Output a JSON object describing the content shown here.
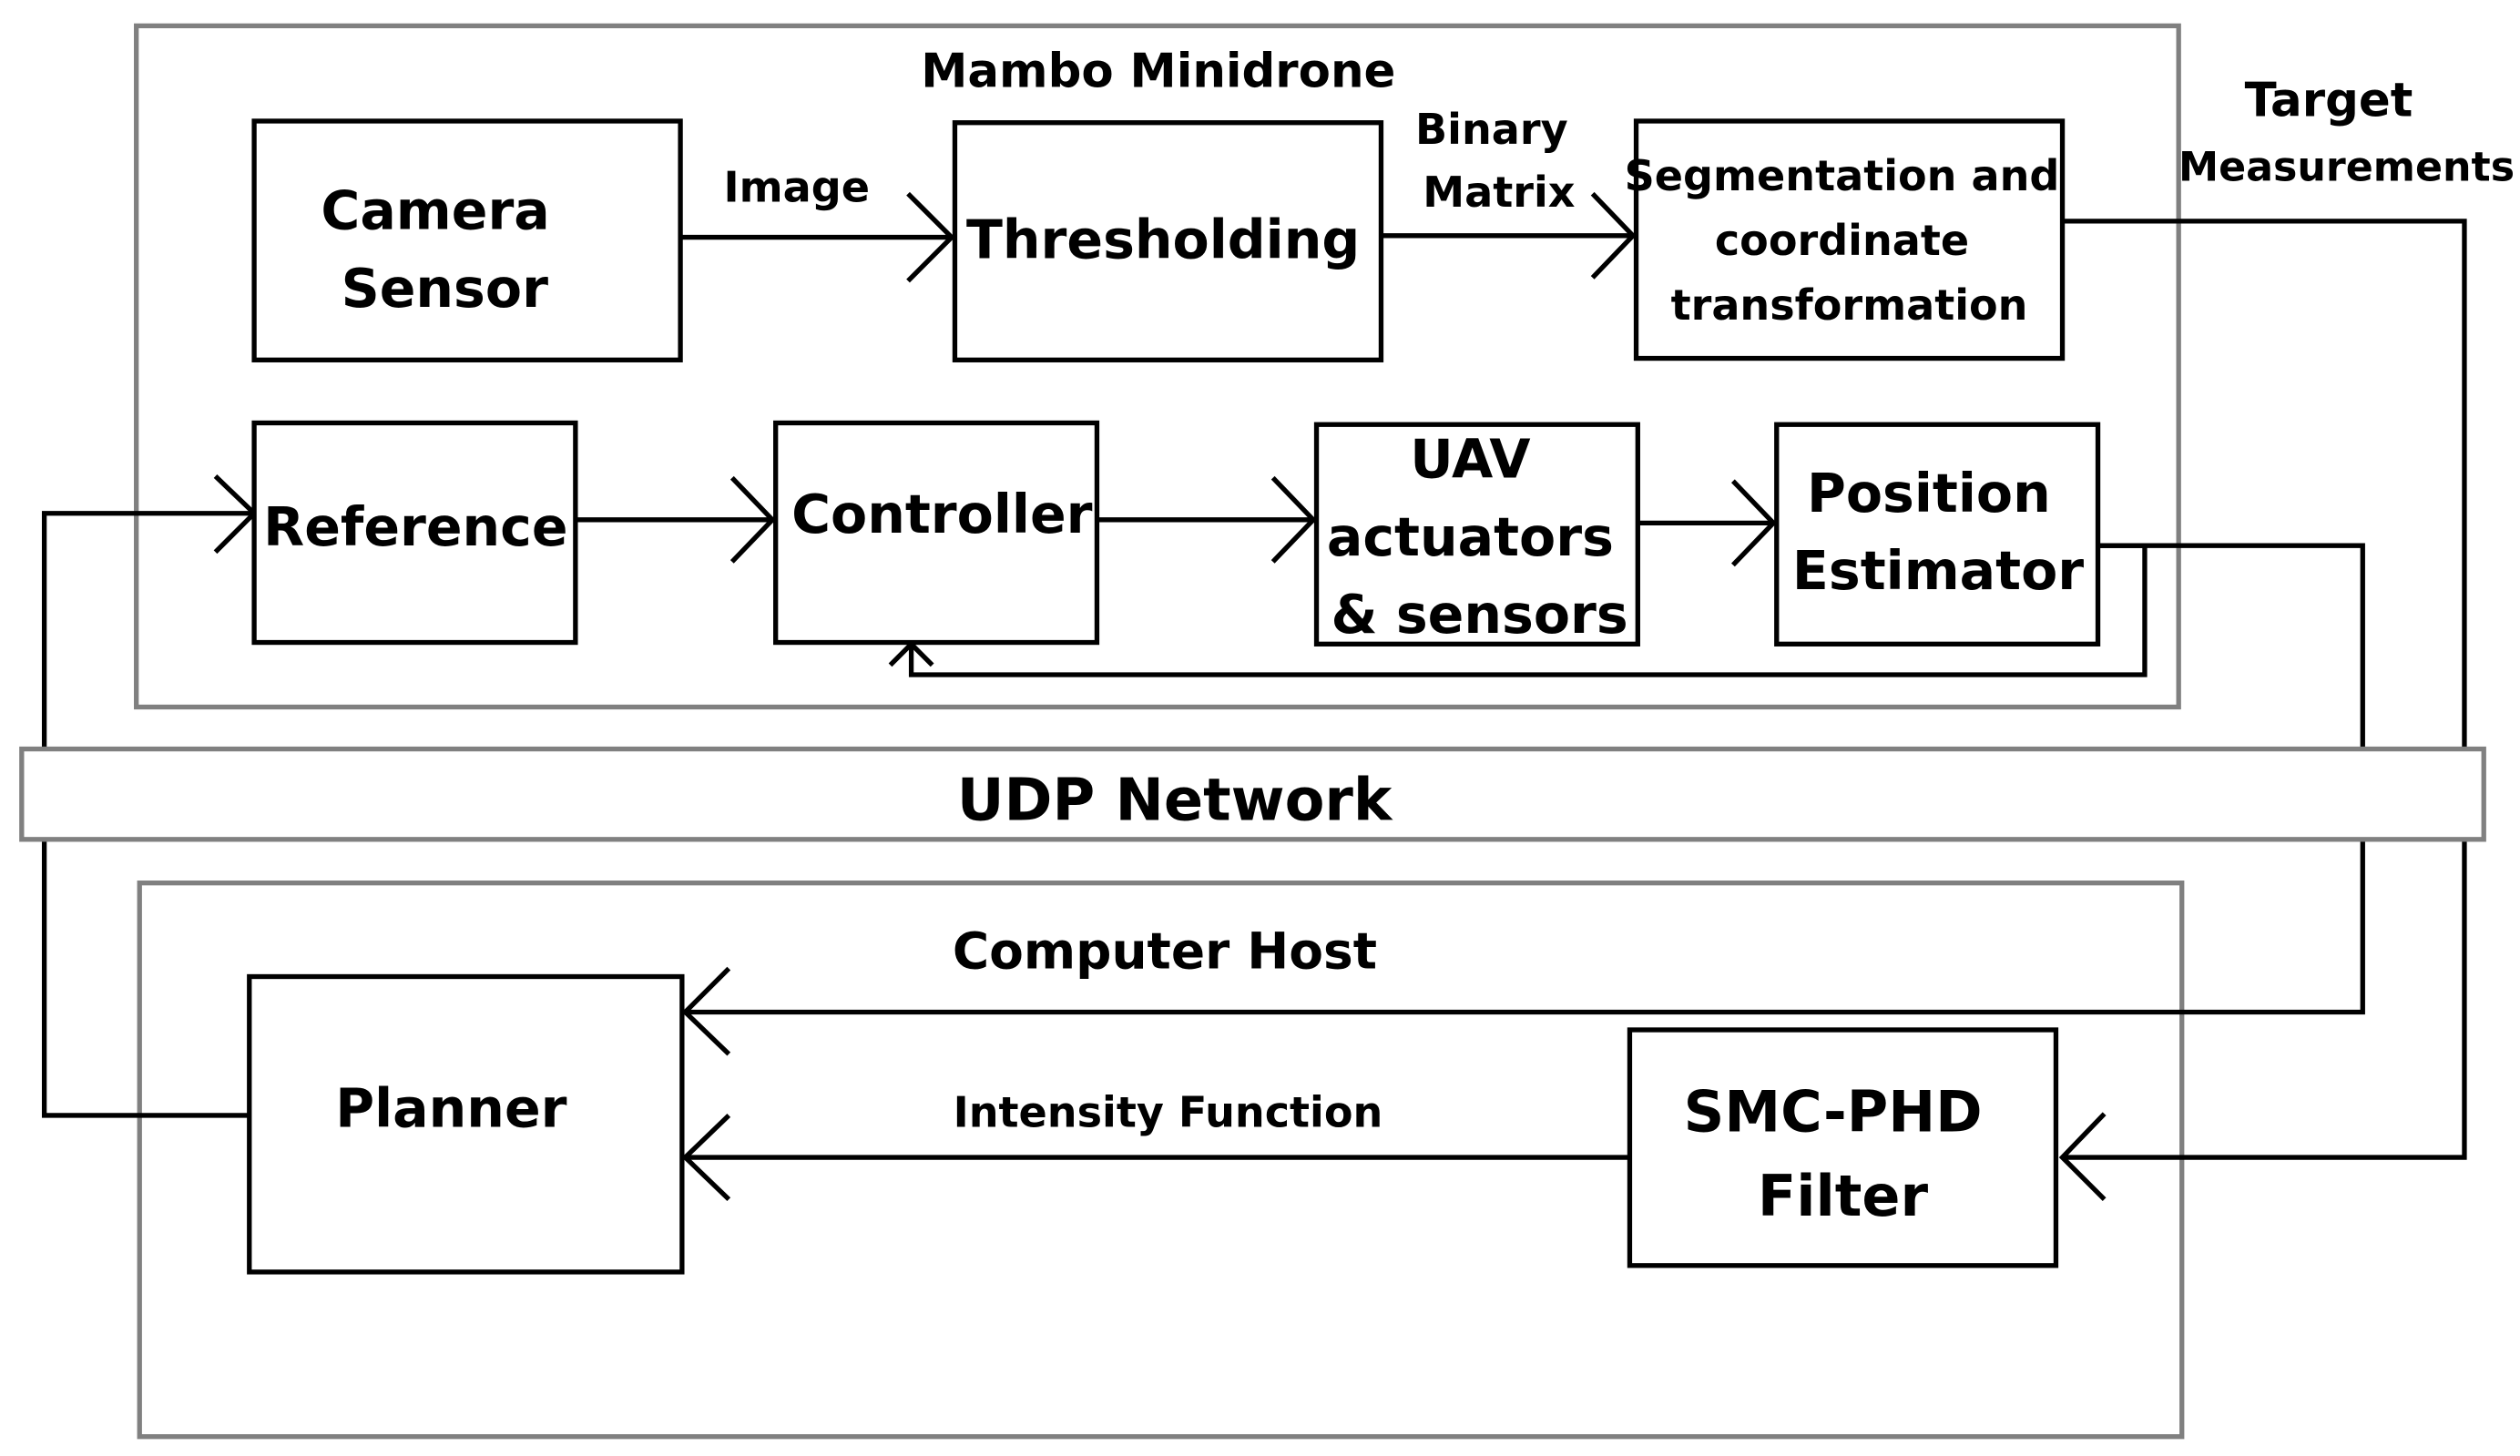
{
  "containers": {
    "drone": "Mambo Minidrone",
    "network": "UDP Network",
    "host": "Computer Host"
  },
  "blocks": {
    "camera": [
      "Camera",
      "Sensor"
    ],
    "thresholding": [
      "Thresholding"
    ],
    "segmentation": [
      "Segmentation and",
      "coordinate",
      "transformation"
    ],
    "reference": [
      "Reference"
    ],
    "controller": [
      "Controller"
    ],
    "uav": [
      "UAV",
      "actuators",
      "& sensors"
    ],
    "position": [
      "Position",
      "Estimator"
    ],
    "planner": [
      "Planner"
    ],
    "smc": [
      "SMC-PHD",
      "Filter"
    ]
  },
  "edge_labels": {
    "image": "Image",
    "binary": [
      "Binary",
      "Matrix"
    ],
    "target": [
      "Target",
      "Measurements"
    ],
    "intensity": "Intensity Function"
  },
  "colors": {
    "container_border": "#808080",
    "block_border": "#000000",
    "network_fill": "#ffffff"
  }
}
